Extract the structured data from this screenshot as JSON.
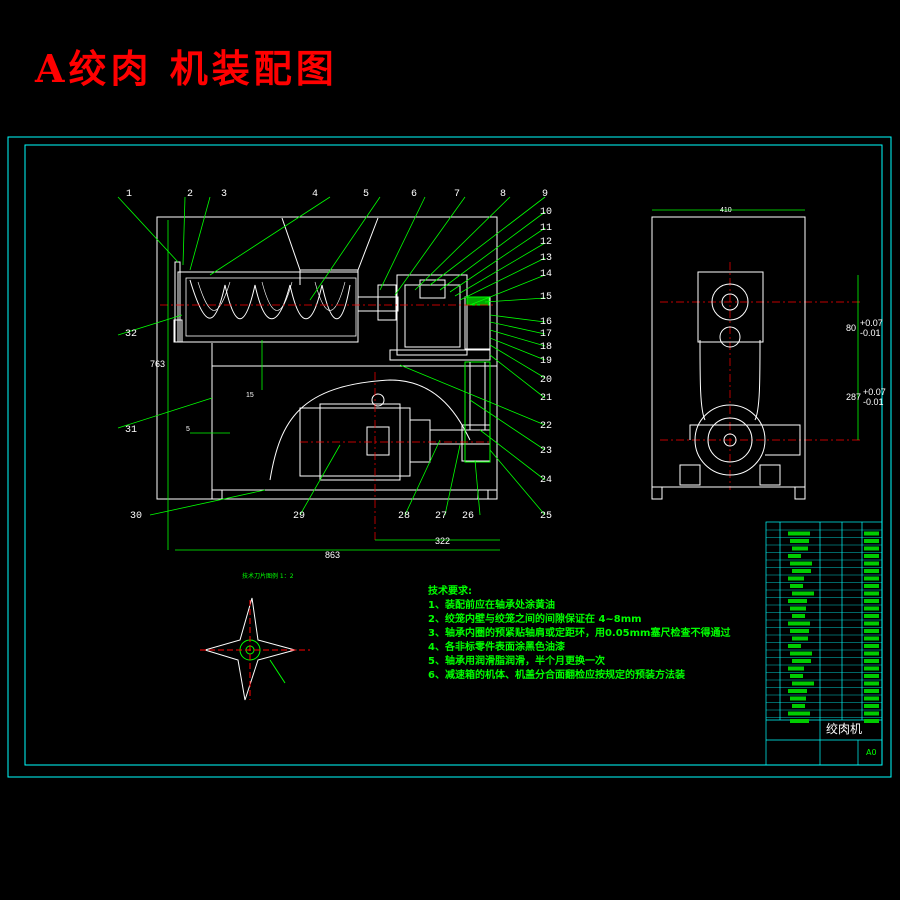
{
  "title": "A绞肉 机装配图",
  "part_labels_top": [
    "1",
    "2",
    "3",
    "4",
    "5",
    "6",
    "7",
    "8",
    "9",
    "10",
    "11",
    "12",
    "13",
    "14"
  ],
  "part_labels_right": [
    "15",
    "16",
    "17",
    "18",
    "19",
    "20",
    "21",
    "22",
    "23",
    "24",
    "25"
  ],
  "part_labels_bottom": [
    "26",
    "27",
    "28",
    "29",
    "30",
    "31",
    "32"
  ],
  "dimensions": {
    "height_left": "763",
    "width_total": "863",
    "width_partial": "322",
    "small_dim": "15",
    "small_dim2": "5",
    "side_width": "410",
    "side_dim1": "80",
    "side_dim1_tol_upper": "+0.07",
    "side_dim1_tol_lower": "-0.01",
    "side_dim2": "287",
    "side_dim2_tol_upper": "+0.07",
    "side_dim2_tol_lower": "-0.01"
  },
  "detail_view": {
    "label": "技术刀片图例 1：2"
  },
  "tech_requirements": {
    "heading": "技术要求:",
    "items": [
      "1、装配前应在轴承处涂黄油",
      "2、绞笼内壁与绞笼之间的间隙保证在 4~8mm",
      "3、轴承内圈的预紧贴轴肩或定距环，用0.05mm塞尺检查不得通过",
      "4、各非标零件表面涂黑色油漆",
      "5、轴承用润滑脂润滑，半个月更换一次",
      "6、减速箱的机体、机盖分合面翻检应按规定的预装方法装"
    ]
  },
  "title_block": {
    "name": "绞肉机",
    "scale": "A0"
  },
  "colors": {
    "frame": "#00ffff",
    "drawing": "#ffffff",
    "title": "#ff0000",
    "notes": "#00ff00",
    "centerline": "#ff0000",
    "hatch": "#00ff00"
  }
}
